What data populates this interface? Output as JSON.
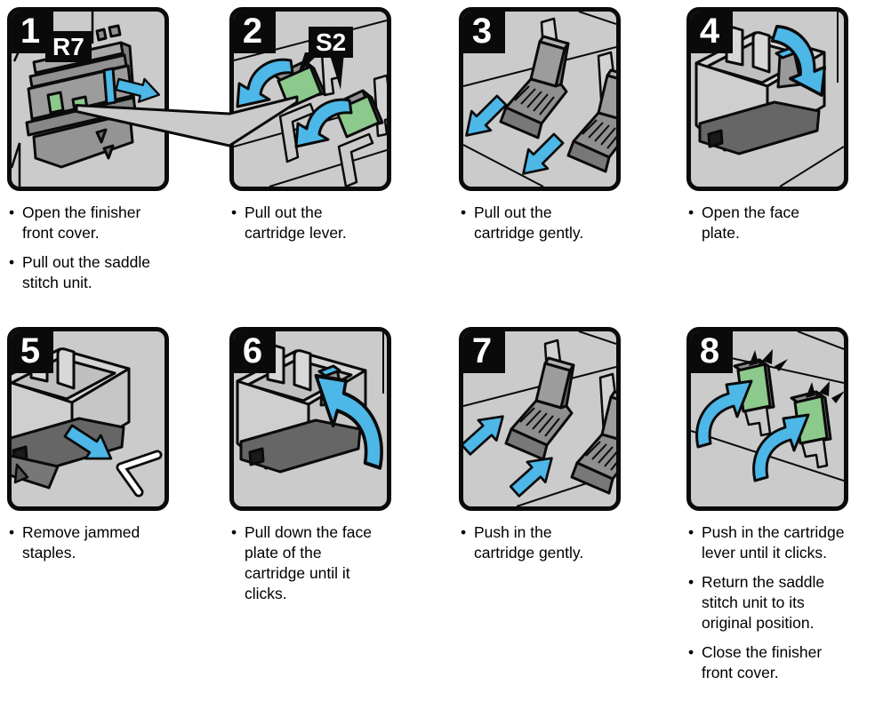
{
  "colors": {
    "panel_background": "#cbcbcb",
    "outline_black": "#0a0a0a",
    "arrow_blue": "#4db7e8",
    "lever_green": "#8cc98c",
    "cartridge_gray": "#9c9c9c",
    "cartridge_dark_gray": "#6e6e6e",
    "badge_background": "#0a0a0a",
    "badge_text": "#ffffff"
  },
  "panels": [
    {
      "number": "1",
      "part_label": "R7",
      "bullets": [
        {
          "text": "Open the finisher\nfront cover."
        },
        {
          "text": "Pull out the saddle\nstitch unit."
        }
      ]
    },
    {
      "number": "2",
      "part_label": "S2",
      "bullets": [
        {
          "text": "Pull out the\ncartridge lever."
        }
      ]
    },
    {
      "number": "3",
      "bullets": [
        {
          "text": "Pull out the\ncartridge gently."
        }
      ]
    },
    {
      "number": "4",
      "bullets": [
        {
          "text": "Open the face\nplate."
        }
      ]
    },
    {
      "number": "5",
      "bullets": [
        {
          "text": "Remove jammed\nstaples."
        }
      ]
    },
    {
      "number": "6",
      "bullets": [
        {
          "text": "Pull down the face\nplate of the\ncartridge until it\nclicks."
        }
      ]
    },
    {
      "number": "7",
      "bullets": [
        {
          "text": "Push in the\ncartridge gently."
        }
      ]
    },
    {
      "number": "8",
      "bullets": [
        {
          "text": "Push in the cartridge\nlever until it clicks."
        },
        {
          "text": "Return the saddle\nstitch unit to its\noriginal position."
        },
        {
          "text": "Close the finisher\nfront cover."
        }
      ]
    }
  ]
}
